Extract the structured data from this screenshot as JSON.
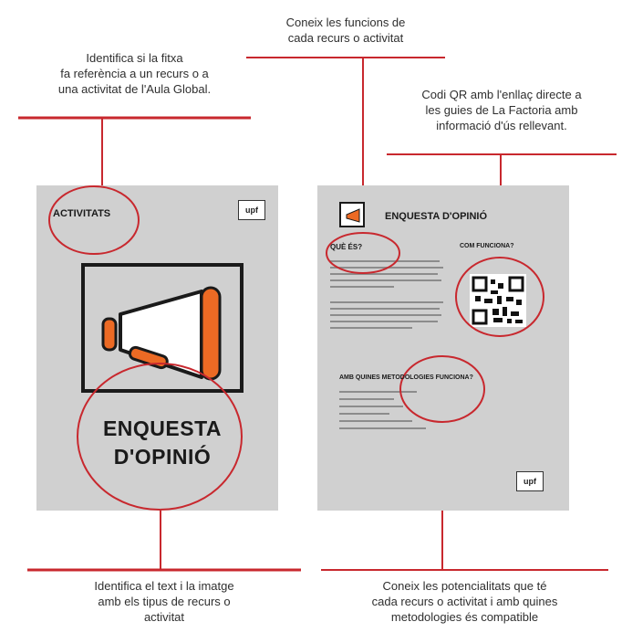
{
  "annotations": {
    "top_left": "Identifica si la fitxa\nfa referència a un recurs o a\nuna activitat de l'Aula Global.",
    "top_center": "Coneix les funcions de\ncada recurs o activitat",
    "top_right": "Codi QR amb l'enllaç directe a\nles guies de La Factoria amb\ninformació d'ús rellevant.",
    "bottom_left": "Identifica el text i la imatge\namb els tipus de recurs o\nactivitat",
    "bottom_right": "Coneix les potencialitats que té\ncada recurs o activitat i amb quines\nmetodologies és compatible"
  },
  "front_card": {
    "category": "ACTIVITATS",
    "logo": "upf",
    "title_line1": "ENQUESTA",
    "title_line2": "D'OPINIÓ",
    "icon": "megaphone-icon"
  },
  "back_card": {
    "title": "ENQUESTA D'OPINIÓ",
    "what_heading": "QUÈ ÉS?",
    "how_heading": "COM FUNCIONA?",
    "methods_heading": "AMB QUINES METODOLOGIES FUNCIONA?",
    "logo": "upf",
    "qr": "qr-code-icon"
  },
  "colors": {
    "accent_red": "#c8282e",
    "card_gray": "#d0d0d0",
    "megaphone_orange": "#ec6a24"
  }
}
